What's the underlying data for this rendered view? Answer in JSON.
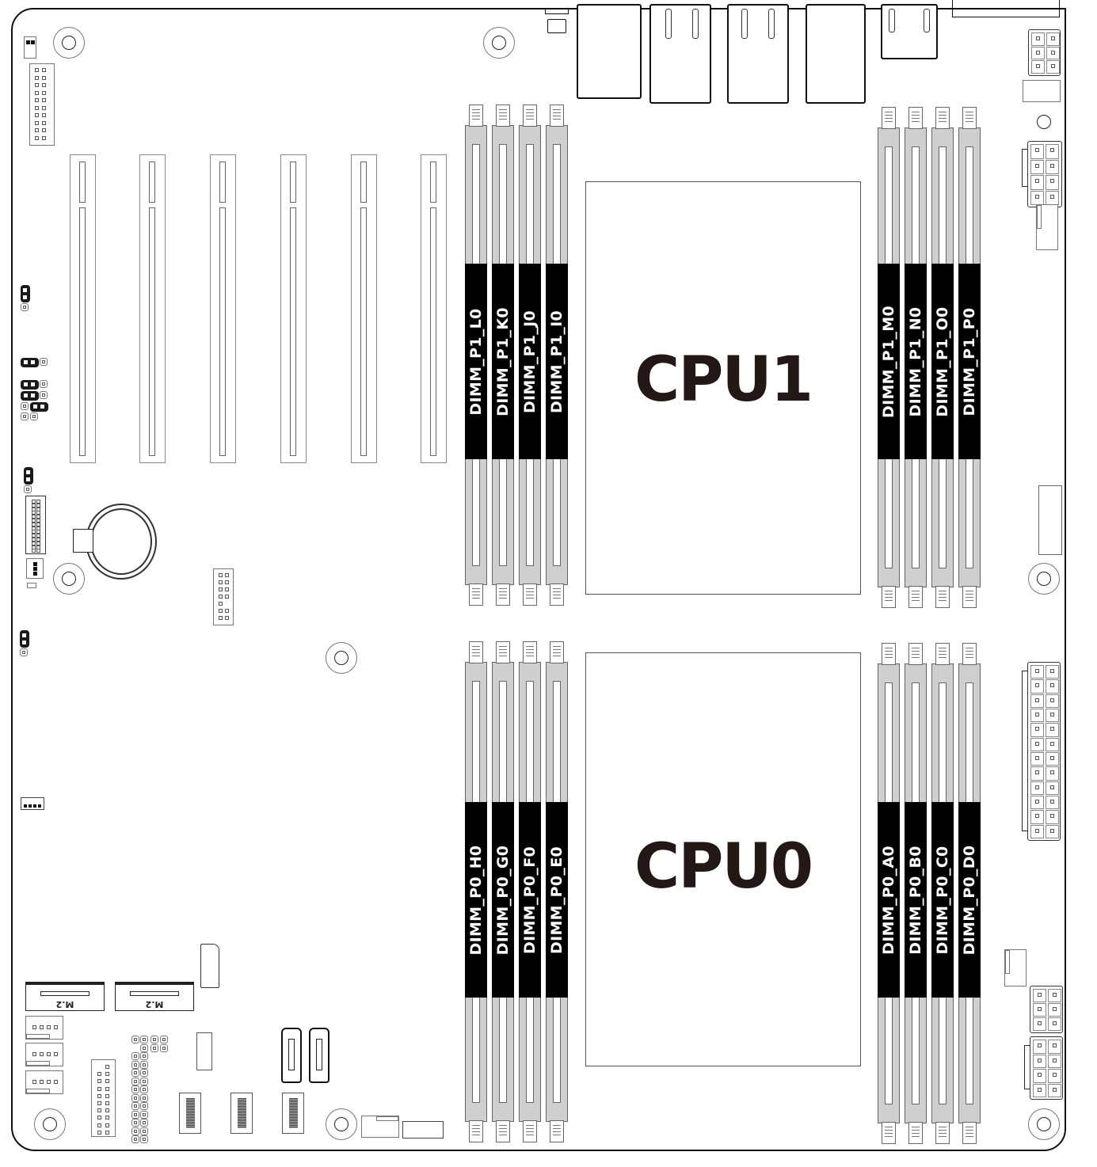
{
  "diagram": {
    "type": "motherboard-layout",
    "cpus": [
      {
        "id": "cpu1",
        "label": "CPU1"
      },
      {
        "id": "cpu0",
        "label": "CPU0"
      }
    ],
    "dimm_banks": {
      "cpu1_left": [
        "DIMM_P1_L0",
        "DIMM_P1_K0",
        "DIMM_P1_J0",
        "DIMM_P1_I0"
      ],
      "cpu1_right": [
        "DIMM_P1_M0",
        "DIMM_P1_N0",
        "DIMM_P1_O0",
        "DIMM_P1_P0"
      ],
      "cpu0_left": [
        "DIMM_P0_H0",
        "DIMM_P0_G0",
        "DIMM_P0_F0",
        "DIMM_P0_E0"
      ],
      "cpu0_right": [
        "DIMM_P0_A0",
        "DIMM_P0_B0",
        "DIMM_P0_C0",
        "DIMM_P0_D0"
      ]
    },
    "m2_slots": [
      {
        "label": "M.2"
      },
      {
        "label": "M.2"
      }
    ],
    "pcie_slot_count": 6,
    "sata_port_count": 2,
    "rear_io": [
      "usb",
      "lan",
      "lan",
      "lan",
      "vga",
      "usb-lan",
      "serial"
    ],
    "colors": {
      "dimm_label_band": "#000000",
      "dimm_label_text": "#ffffff",
      "dimm_rail": "#cfcfcf",
      "cpu_label": "#231815",
      "outline": "#111111"
    }
  }
}
